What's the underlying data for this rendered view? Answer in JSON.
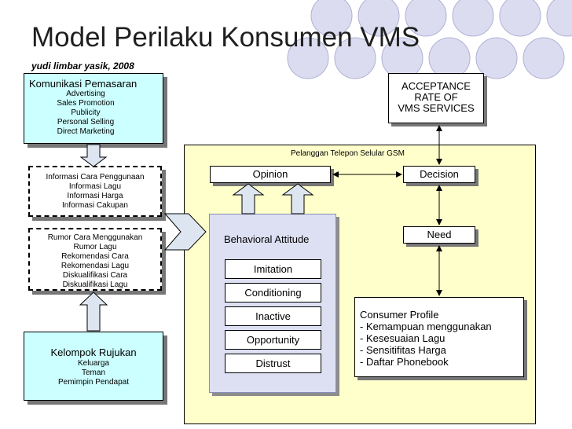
{
  "title": "Model Perilaku Konsumen VMS",
  "subtitle": "yudi limbar yasik, 2008",
  "komunikasi": {
    "heading": "Komunikasi Pemasaran",
    "items": [
      "Advertising",
      "Sales Promotion",
      "Publicity",
      "Personal Selling",
      "Direct Marketing"
    ]
  },
  "informasi": {
    "lines": [
      "Informasi  Cara Penggunaan",
      "Informasi Lagu",
      "Informasi Harga",
      "Informasi Cakupan"
    ]
  },
  "rumor": {
    "lines": [
      "Rumor Cara Menggunakan",
      "Rumor Lagu",
      "Rekomendasi Cara",
      "Rekomendasi Lagu",
      "Diskualifikasi Cara",
      "Diskualifikasi Lagu"
    ]
  },
  "kelompok": {
    "heading": "Kelompok Rujukan",
    "items": [
      "Keluarga",
      "Teman",
      "Pemimpin Pendapat"
    ]
  },
  "acceptance": {
    "lines": [
      "ACCEPTANCE",
      "RATE OF",
      "VMS SERVICES"
    ]
  },
  "panel_label": "Pelanggan Telepon Selular GSM",
  "opinion": "Opinion",
  "decision": "Decision",
  "need": "Need",
  "plus_sign": "+",
  "comma_sign": "'",
  "behavioral": {
    "heading": "Behavioral Attitude",
    "items": [
      "Imitation",
      "Conditioning",
      "Inactive",
      "Opportunity",
      "Distrust"
    ]
  },
  "consumer": {
    "lines": [
      "Consumer  Profile",
      "- Kemampuan menggunakan",
      "- Kesesuaian Lagu",
      "- Sensitifitas Harga",
      "- Daftar Phonebook"
    ]
  },
  "colors": {
    "cyan": "#ccffff",
    "yellow": "#ffffcc",
    "lavender": "#dde0f3",
    "circle": "#dcdcf0"
  }
}
